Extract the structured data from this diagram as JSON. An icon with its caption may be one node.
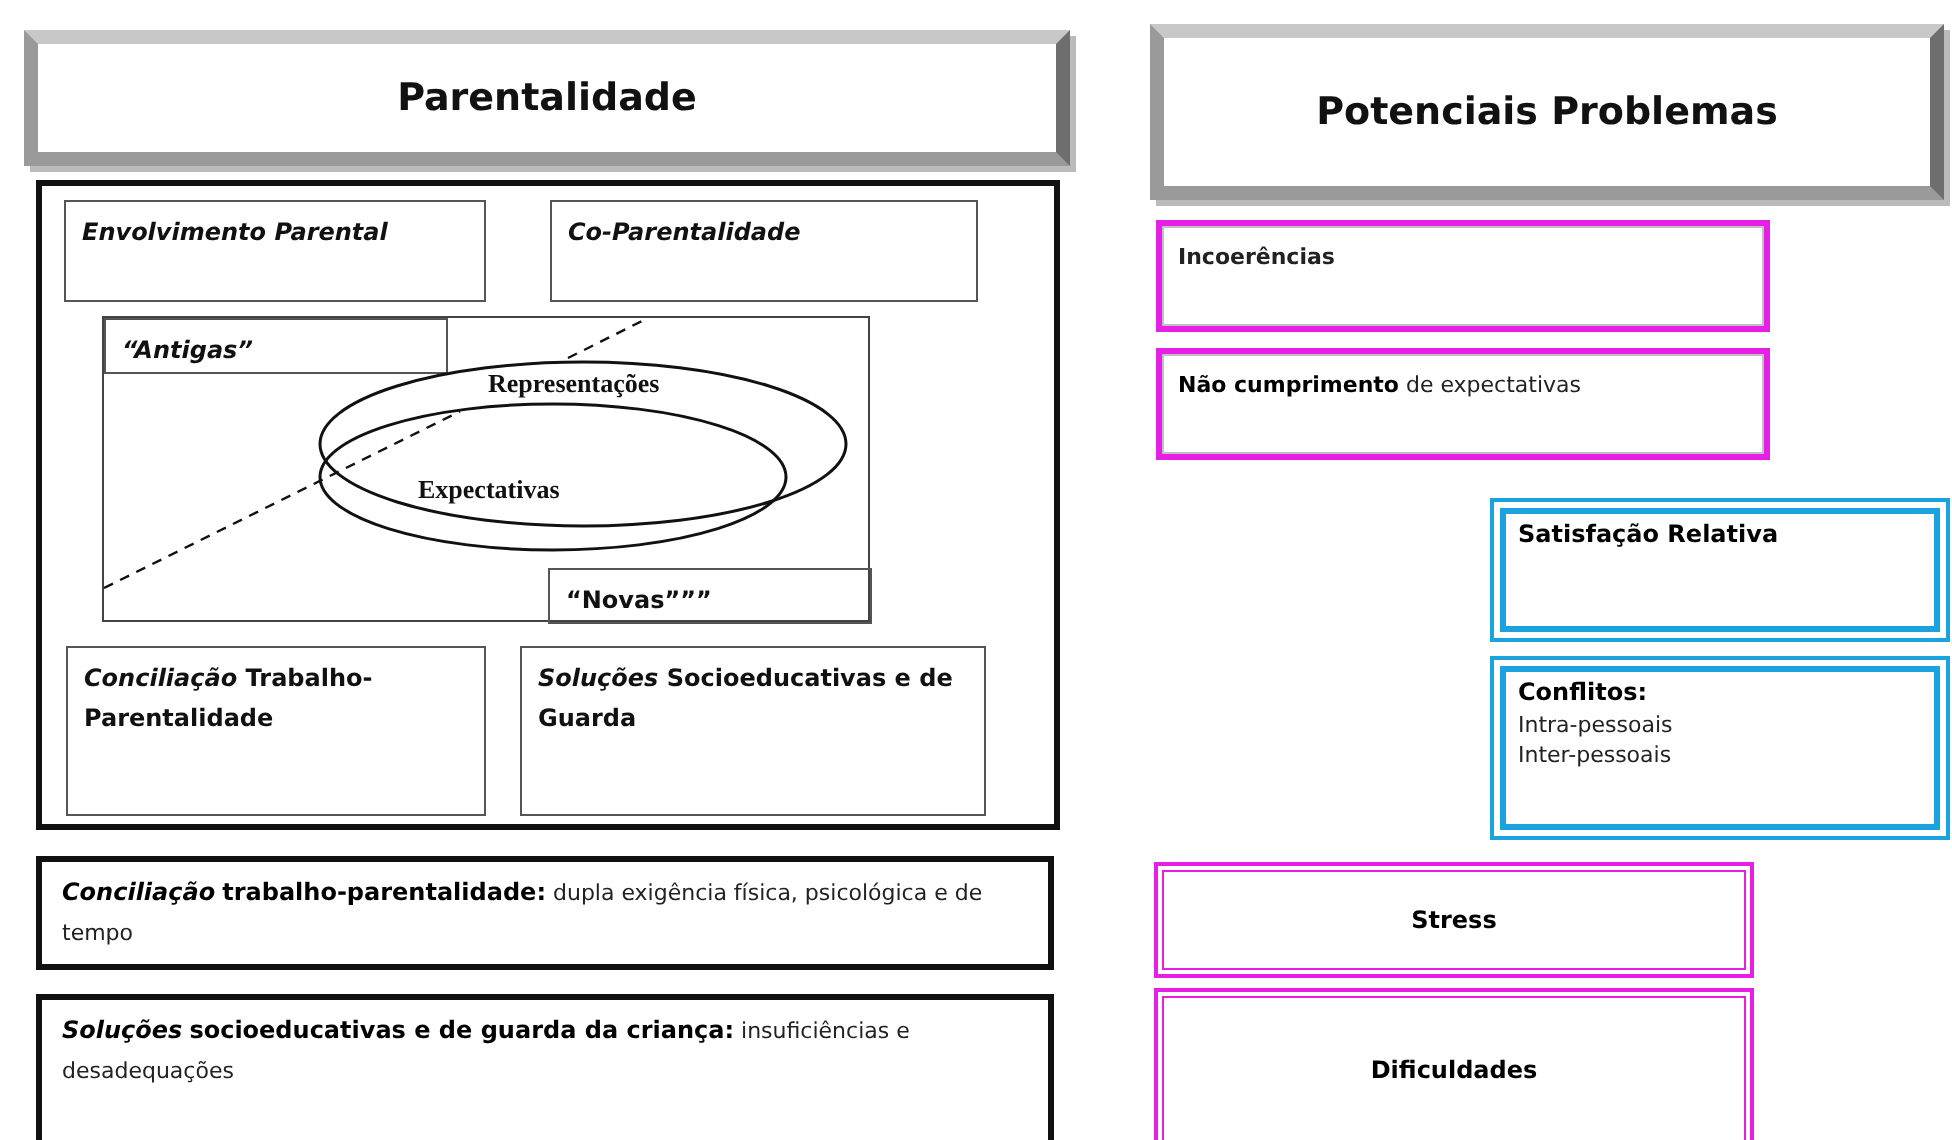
{
  "diagram": {
    "nodes": [
      {
        "text": [
          "Parentalidade"
        ]
      },
      {
        "text": [],
        "shape": "box"
      },
      {
        "text": [
          "Envolvimento Parental"
        ],
        "in": 1
      },
      {
        "text": [
          "Co-Parentalidade"
        ],
        "in": 1
      },
      {
        "text": [],
        "shape": "box",
        "in": 1
      },
      {
        "text": [
          "“Antigas”"
        ],
        "in": 4
      },
      {
        "text": [
          "Representações"
        ],
        "in": 4
      },
      {
        "text": [
          "Expectativas"
        ],
        "in": 4
      },
      {
        "text": [
          "“Novas”””"
        ],
        "in": 4
      },
      {
        "text": [
          "*Conciliação* Trabalho-Parentalidade"
        ],
        "in": 1
      },
      {
        "text": [
          "*Soluções* Socioeducativas e de Guarda"
        ],
        "in": 1
      },
      {
        "text": [
          "*Conciliação* **trabalho-parentalidade:** dupla exigência física, psicológica e de tempo"
        ]
      },
      {
        "text": [
          "*Soluções* **socioeducativas e de guarda da criança:** insuficiências e desadequações"
        ]
      },
      {
        "text": [
          "Potenciais Problemas"
        ]
      },
      {
        "text": [
          "Incoerências"
        ]
      },
      {
        "text": [
          "**Não cumprimento** de expectativas"
        ]
      },
      {
        "text": [
          "Satisfação Relativa"
        ]
      },
      {
        "text": [
          "Conflitos:",
          "Intra-pessoais",
          "Inter-pessoais"
        ]
      },
      {
        "text": [
          "Stress"
        ]
      },
      {
        "text": [
          "Dificuldades"
        ]
      }
    ]
  }
}
